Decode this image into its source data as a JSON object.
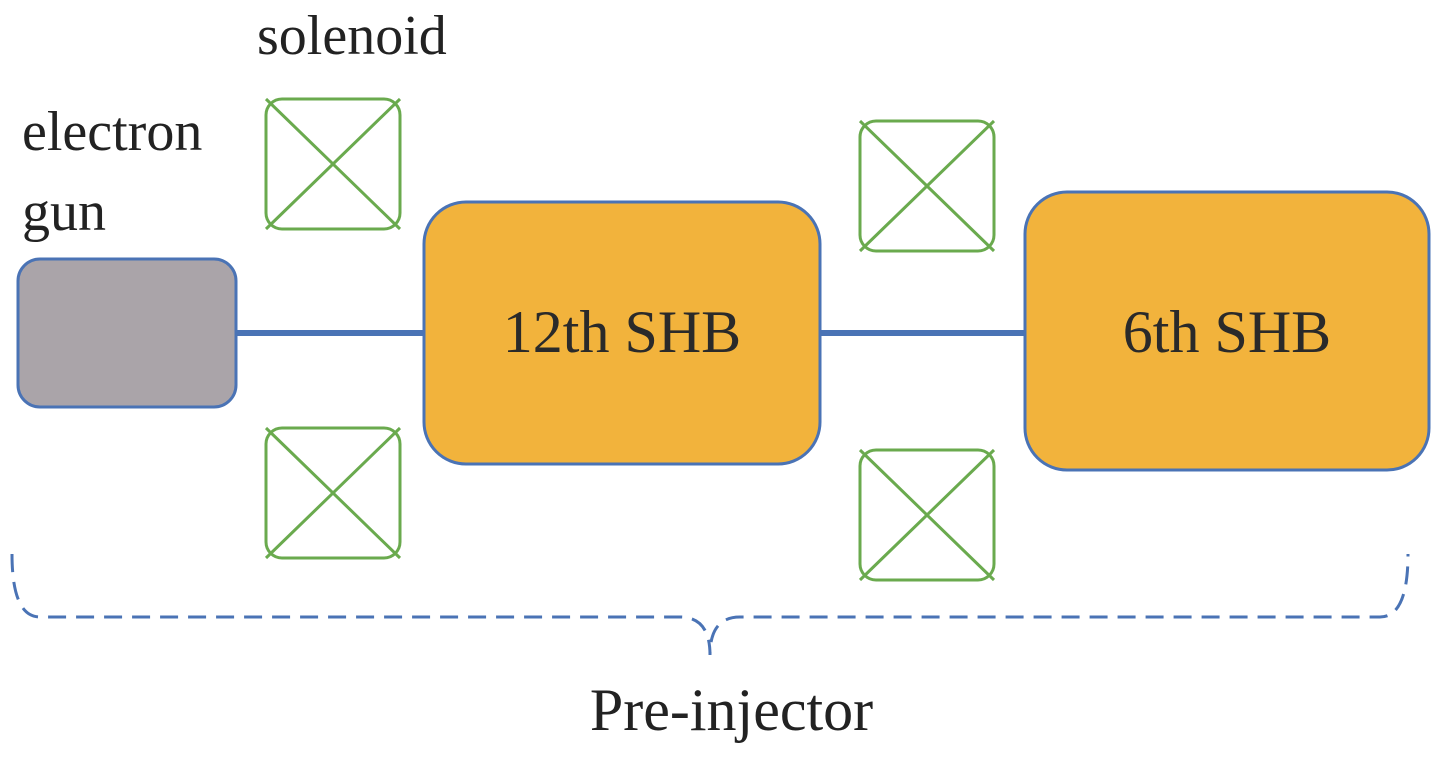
{
  "labels": {
    "solenoid": "solenoid",
    "electron_gun": "electron gun",
    "box_12th": "12th SHB",
    "box_6th": "6th SHB",
    "pre_injector": "Pre-injector"
  },
  "colors": {
    "gun_fill": "#aaa4a9",
    "shb_fill": "#f2b33c",
    "outline_blue": "#4a73b5",
    "solenoid_green": "#6aaa4e",
    "text": "#222222"
  },
  "components": [
    {
      "name": "electron-gun",
      "label_key": "electron_gun"
    },
    {
      "name": "12th-shb",
      "label_key": "box_12th"
    },
    {
      "name": "6th-shb",
      "label_key": "box_6th"
    },
    {
      "name": "solenoid",
      "count": 4
    }
  ]
}
